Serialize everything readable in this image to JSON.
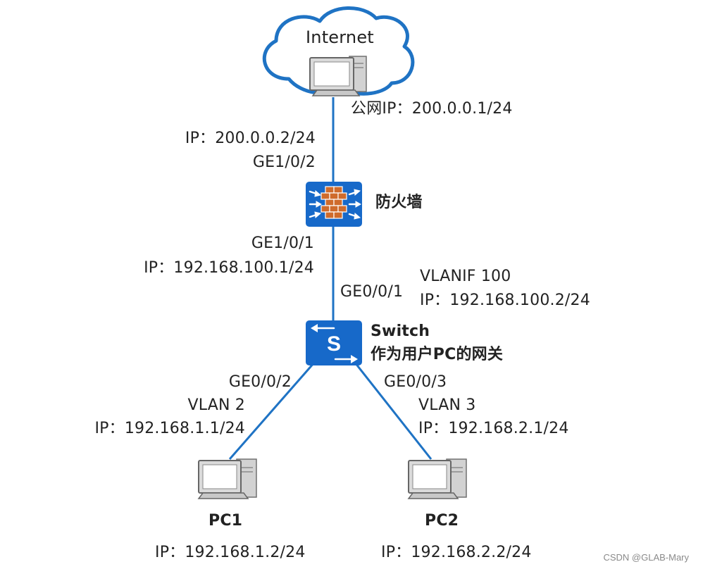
{
  "internet": {
    "label": "Internet",
    "public_ip": "公网IP：200.0.0.1/24"
  },
  "firewall": {
    "label": "防火墙",
    "upstream_ip": "IP：200.0.0.2/24",
    "upstream_port": "GE1/0/2",
    "downstream_port": "GE1/0/1",
    "downstream_ip": "IP：192.168.100.1/24"
  },
  "switch": {
    "name": "Switch",
    "role": "作为用户PC的网关",
    "uplink_port": "GE0/0/1",
    "vlanif": "VLANIF 100",
    "vlanif_ip": "IP：192.168.100.2/24"
  },
  "left_link": {
    "port": "GE0/0/2",
    "vlan": "VLAN 2",
    "ip": "IP：192.168.1.1/24"
  },
  "right_link": {
    "port": "GE0/0/3",
    "vlan": "VLAN 3",
    "ip": "IP：192.168.2.1/24"
  },
  "pc1": {
    "label": "PC1",
    "ip": "IP：192.168.1.2/24"
  },
  "pc2": {
    "label": "PC2",
    "ip": "IP：192.168.2.2/24"
  },
  "watermark": "CSDN @GLAB-Mary",
  "colors": {
    "cloud_stroke": "#1f73c4",
    "link": "#1f73c4",
    "device_blue": "#1769c9",
    "brick": "#cf6b2c"
  }
}
